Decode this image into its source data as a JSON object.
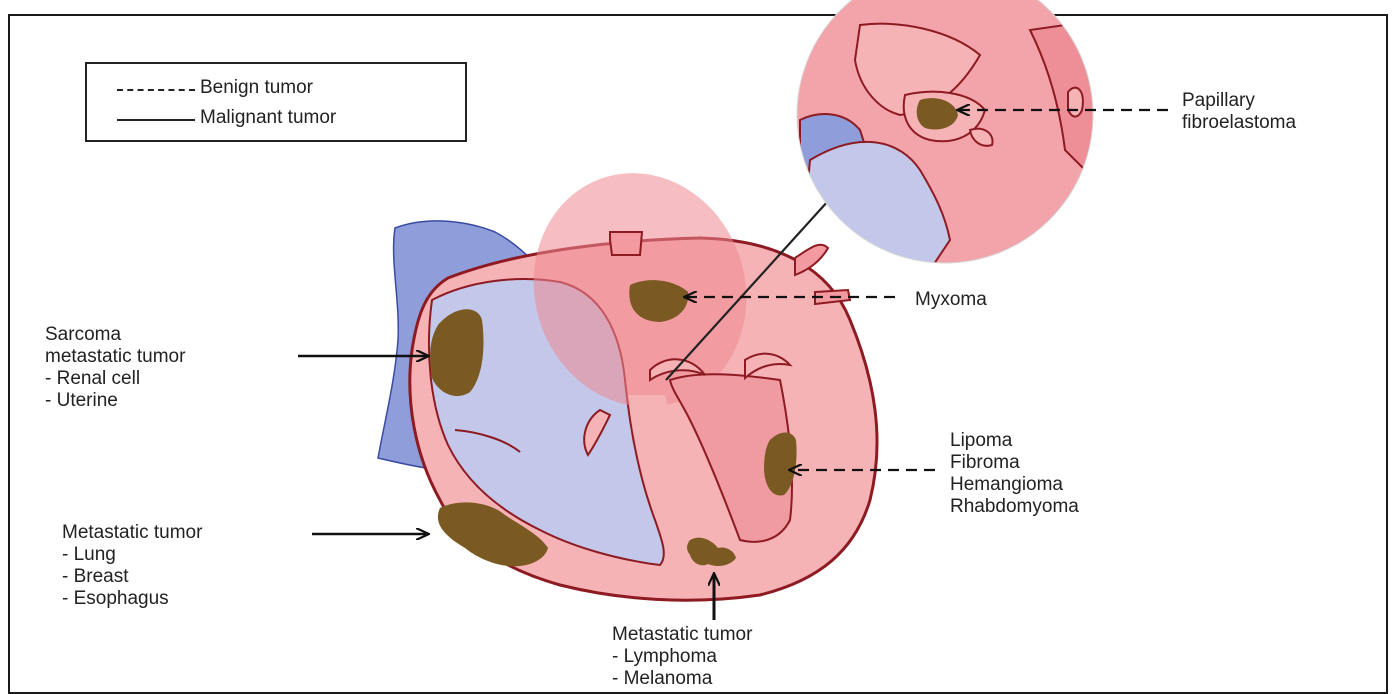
{
  "legend": {
    "benign": "Benign tumor",
    "malignant": "Malignant tumor"
  },
  "labels": {
    "papillary": [
      "Papillary",
      "fibroelastoma"
    ],
    "myxoma": "Myxoma",
    "sarcoma": [
      "Sarcoma",
      "metastatic tumor",
      "- Renal cell",
      "- Uterine"
    ],
    "lipoma": [
      "Lipoma",
      "Fibroma",
      "Hemangioma",
      "Rhabdomyoma"
    ],
    "metastatic_left": [
      "Metastatic tumor",
      "- Lung",
      "- Breast",
      "- Esophagus"
    ],
    "metastatic_bottom": [
      "Metastatic tumor",
      "- Lymphoma",
      "- Melanoma"
    ]
  },
  "colors": {
    "venous_blue": "#9aa8dc",
    "heart_pink": "#f4a9ad",
    "heart_outline": "#9a1b24",
    "tumor_brown": "#7a5a22",
    "zoom_pink": "#ee8e96"
  }
}
